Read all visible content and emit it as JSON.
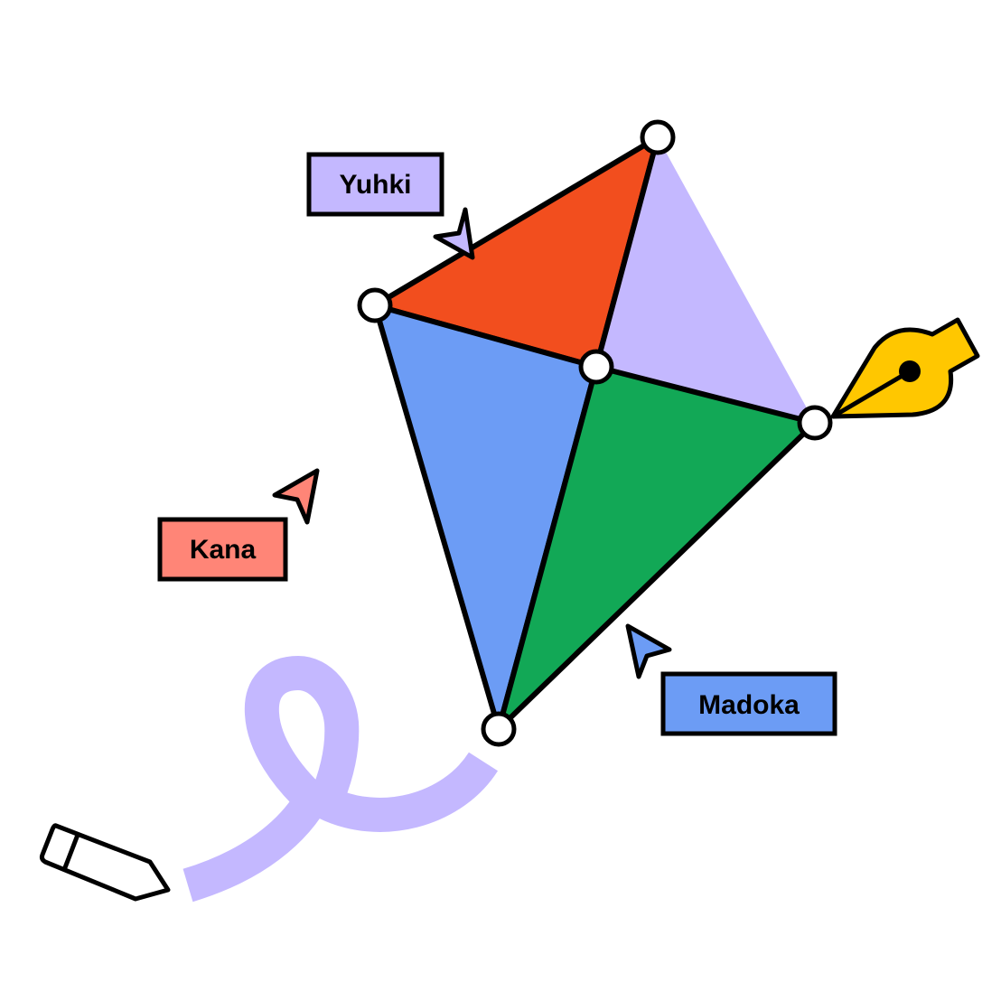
{
  "labels": {
    "yuhki": "Yuhki",
    "kana": "Kana",
    "madoka": "Madoka"
  },
  "colors": {
    "red": "#F24E1E",
    "lavender": "#C4B8FF",
    "blue": "#6C9CF5",
    "green": "#12A856",
    "salmon": "#FF8577",
    "yellow": "#FFC700",
    "stroke": "#000000",
    "background": "#FFFFFF"
  },
  "icons": [
    "cursor-icon",
    "pen-tool-icon",
    "pencil-icon",
    "vertex-handle-icon"
  ]
}
